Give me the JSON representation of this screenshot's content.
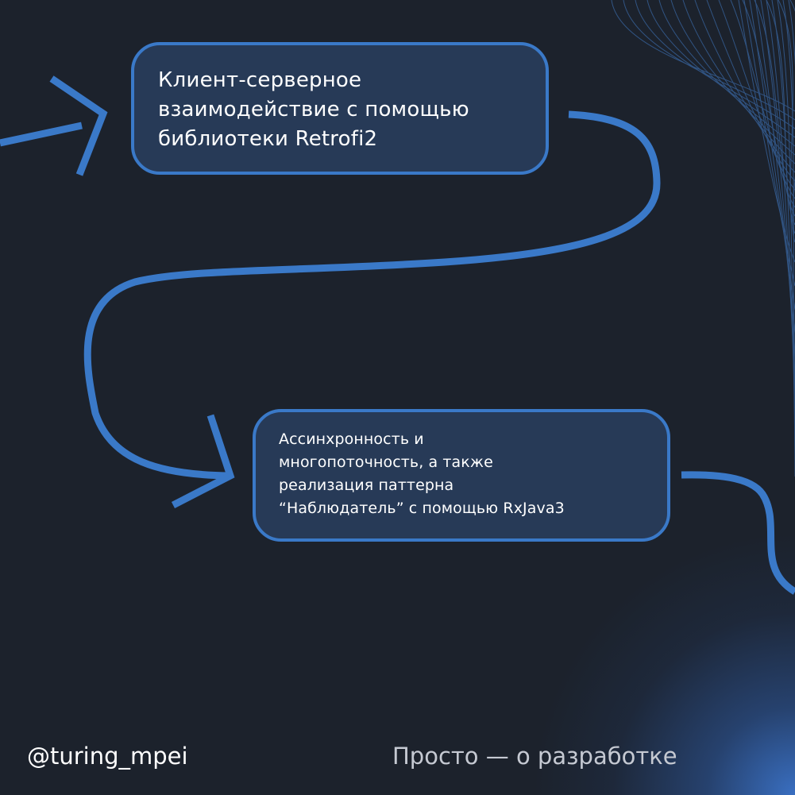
{
  "steps": [
    {
      "id": "retrofit",
      "text": "Клиент-серверное\nвзаимодействие с помощью\nбиблиотеки Retrofi2"
    },
    {
      "id": "rxjava",
      "text": "Ассинхронность и\nмногопоточность, а также\nреализация  паттерна\n“Наблюдатель” с помощью RxJava3"
    }
  ],
  "footer": {
    "handle": "@turing_mpei",
    "tagline": "Просто — о разработке"
  },
  "colors": {
    "background": "#1c222c",
    "accent": "#3a79c8",
    "box_fill": "#273a57",
    "text": "#ffffff",
    "tagline_text": "#c5c9d2"
  }
}
